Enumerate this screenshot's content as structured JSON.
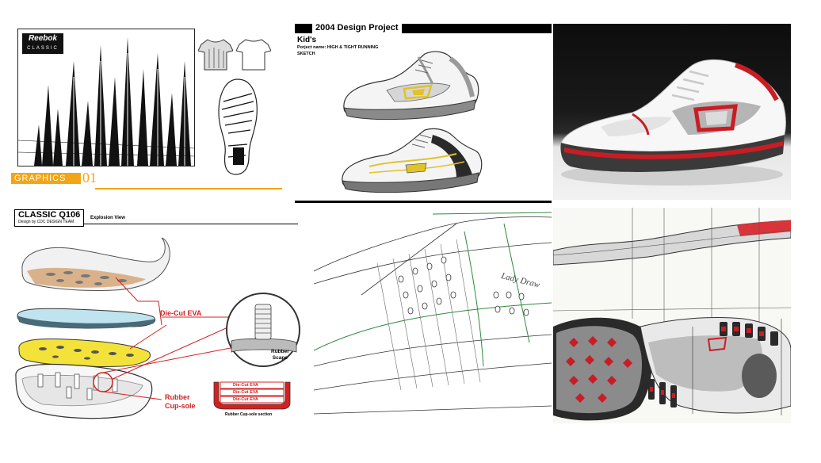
{
  "graphics_panel": {
    "brand": "Reebok",
    "brand_sub": "CLASSIC",
    "section_label": "GRAPHICS",
    "section_number": "01"
  },
  "design_panel": {
    "header": "2004 Design Project",
    "category": "Kid's",
    "project_name": "Porject name: HIGH & TIGHT RUNNING",
    "stage": "SKETCH"
  },
  "explosion_panel": {
    "model": "CLASSIC Q106",
    "credit": "Design by CDC DESIGN TEAM",
    "view_title": "Explosion View",
    "callout_eva": "Die-Cut EVA",
    "callout_scape": "Rubber\nScape",
    "callout_cupsole": "Rubber\nCup-sole",
    "section_layers": [
      "Die-Cut EVA",
      "Die-Cut EVA",
      "Die-Cut EVA"
    ],
    "section_caption": "Rubber Cup-sole section"
  },
  "pattern_panel": {
    "signature": "Lady Draw"
  },
  "colors": {
    "accent_orange": "#f2a516",
    "callout_red": "#d42020",
    "sole_yellow": "#f3e23a",
    "insole_blue": "#bfe3ef",
    "shoe_red": "#c81d25"
  }
}
